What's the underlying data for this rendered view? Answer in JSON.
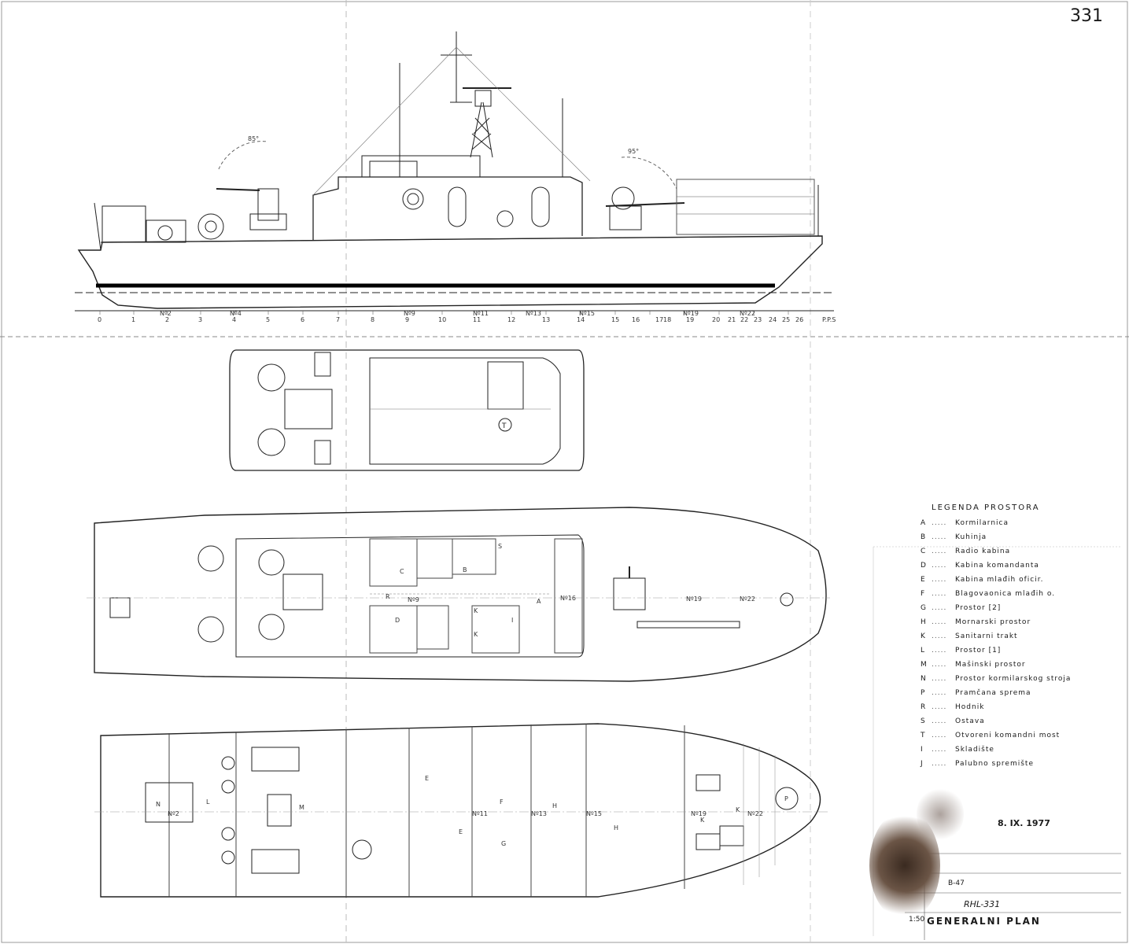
{
  "sheet_number": "331",
  "frame_labels_profile": [
    "0",
    "1",
    "2",
    "3",
    "4",
    "5",
    "6",
    "7",
    "8",
    "9",
    "10",
    "11",
    "12",
    "13",
    "14",
    "15",
    "16",
    "17",
    "18",
    "19",
    "20",
    "21",
    "22",
    "23",
    "24",
    "25",
    "26",
    "P.P.S"
  ],
  "frame_markers": [
    "Nº2",
    "Nº4",
    "Nº9",
    "Nº11",
    "Nº13",
    "Nº15",
    "Nº19",
    "Nº22"
  ],
  "angle_labels": [
    "85°",
    "95°"
  ],
  "legend": {
    "title": "LEGENDA PROSTORA",
    "items": [
      {
        "key": "A",
        "label": "Kormilarnica"
      },
      {
        "key": "B",
        "label": "Kuhinja"
      },
      {
        "key": "C",
        "label": "Radio kabina"
      },
      {
        "key": "D",
        "label": "Kabina komandanta"
      },
      {
        "key": "E",
        "label": "Kabina mlađih oficir."
      },
      {
        "key": "F",
        "label": "Blagovaonica mlađih o."
      },
      {
        "key": "G",
        "label": "Prostor [2]"
      },
      {
        "key": "H",
        "label": "Mornarski prostor"
      },
      {
        "key": "K",
        "label": "Sanitarni trakt"
      },
      {
        "key": "L",
        "label": "Prostor [1]"
      },
      {
        "key": "M",
        "label": "Mašinski prostor"
      },
      {
        "key": "N",
        "label": "Prostor kormilarskog stroja"
      },
      {
        "key": "P",
        "label": "Pramčana sprema"
      },
      {
        "key": "R",
        "label": "Hodnik"
      },
      {
        "key": "S",
        "label": "Ostava"
      },
      {
        "key": "T",
        "label": "Otvoreni komandni most"
      },
      {
        "key": "I",
        "label": "Skladište"
      },
      {
        "key": "J",
        "label": "Palubno spremište"
      }
    ]
  },
  "room_labels_main_deck": [
    "R",
    "Nº9",
    "C",
    "B",
    "S",
    "D",
    "K",
    "K",
    "I",
    "A",
    "Nº16",
    "Nº19",
    "Nº22"
  ],
  "room_labels_lower_deck": [
    "N",
    "Nº2",
    "L",
    "M",
    "E",
    "F",
    "E",
    "G",
    "Nº11",
    "Nº13",
    "H",
    "Nº15",
    "H",
    "Nº19",
    "K",
    "K",
    "Nº22",
    "P"
  ],
  "bridge_label": "T",
  "stamp_date": "8. IX. 1977",
  "title_block": {
    "drawing_no": "RHL-331",
    "title": "GENERALNI PLAN",
    "scale": "1:50",
    "sheet_ref": "B-47"
  }
}
